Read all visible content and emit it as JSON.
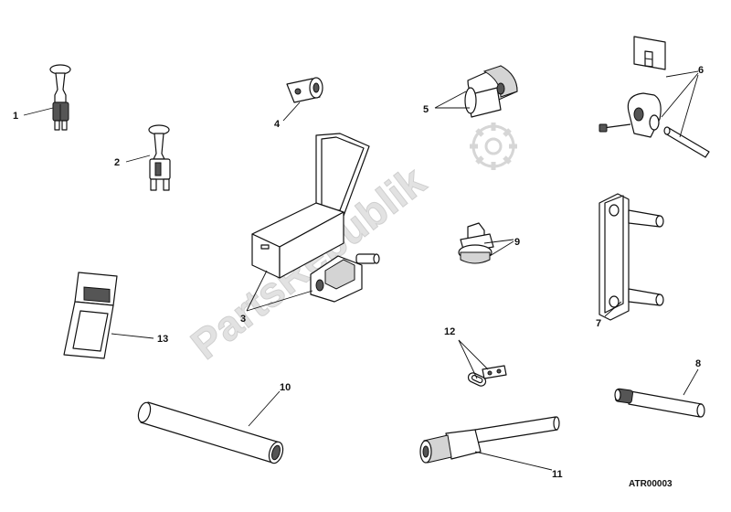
{
  "diagram": {
    "watermark_text": "PartsRepublik",
    "reference_code": "ATR00003",
    "callouts": [
      {
        "id": "1",
        "label": "1"
      },
      {
        "id": "2",
        "label": "2"
      },
      {
        "id": "3",
        "label": "3"
      },
      {
        "id": "4",
        "label": "4"
      },
      {
        "id": "5",
        "label": "5"
      },
      {
        "id": "6",
        "label": "6"
      },
      {
        "id": "7",
        "label": "7"
      },
      {
        "id": "8",
        "label": "8"
      },
      {
        "id": "9",
        "label": "9"
      },
      {
        "id": "10",
        "label": "10"
      },
      {
        "id": "11",
        "label": "11"
      },
      {
        "id": "12",
        "label": "12"
      },
      {
        "id": "13",
        "label": "13"
      }
    ]
  }
}
